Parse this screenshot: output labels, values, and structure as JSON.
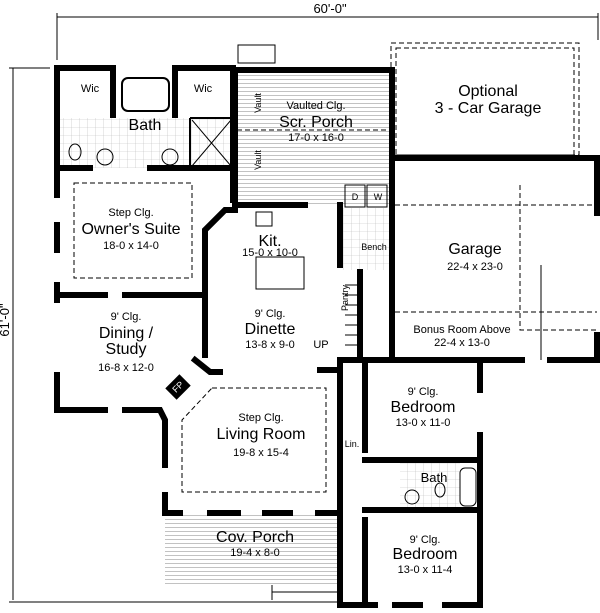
{
  "dimensions": {
    "width": "60'-0\"",
    "depth": "61'-0\""
  },
  "rooms": {
    "wic_left": {
      "name": "Wic"
    },
    "wic_right": {
      "name": "Wic"
    },
    "master_bath": {
      "name": "Bath"
    },
    "scr_porch": {
      "ceiling": "Vaulted Clg.",
      "name": "Scr. Porch",
      "size": "17-0 x 16-0",
      "vault": "Vault"
    },
    "optional_garage": {
      "line1": "Optional",
      "line2": "3 - Car Garage"
    },
    "laundry": {
      "dryer": "D",
      "washer": "W"
    },
    "owners_suite": {
      "ceiling": "Step Clg.",
      "name": "Owner's Suite",
      "size": "18-0 x 14-0"
    },
    "kitchen": {
      "name": "Kit.",
      "size": "15-0 x 10-0"
    },
    "bench": {
      "name": "Bench"
    },
    "garage": {
      "name": "Garage",
      "size": "22-4 x 23-0"
    },
    "pantry": {
      "name": "Pantry"
    },
    "dining": {
      "ceiling": "9' Clg.",
      "name1": "Dining /",
      "name2": "Study",
      "size": "16-8 x 12-0"
    },
    "dinette": {
      "ceiling": "9' Clg.",
      "name": "Dinette",
      "size": "13-8 x 9-0"
    },
    "stairs": {
      "label": "UP"
    },
    "bonus_room": {
      "name": "Bonus Room Above",
      "size": "22-4 x 13-0"
    },
    "bedroom1": {
      "ceiling": "9' Clg.",
      "name": "Bedroom",
      "size": "13-0 x 11-0"
    },
    "linen": {
      "name": "Lin."
    },
    "living": {
      "ceiling": "Step Clg.",
      "name": "Living Room",
      "size": "19-8 x 15-4"
    },
    "hall_bath": {
      "name": "Bath"
    },
    "cov_porch": {
      "name": "Cov. Porch",
      "size": "19-4 x 8-0"
    },
    "bedroom2": {
      "ceiling": "9' Clg.",
      "name": "Bedroom",
      "size": "13-0 x 11-4"
    },
    "fireplace": {
      "name": "FP"
    }
  }
}
